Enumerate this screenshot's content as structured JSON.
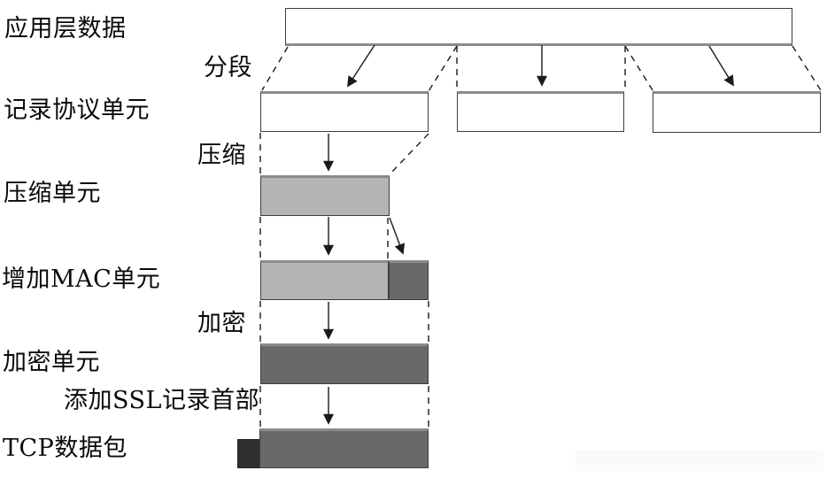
{
  "labels": {
    "app_data": "应用层数据",
    "segment": "分段",
    "record_unit": "记录协议单元",
    "compress": "压缩",
    "compress_unit": "压缩单元",
    "mac_unit": "增加MAC单元",
    "encrypt": "加密",
    "encrypt_unit": "加密单元",
    "ssl_header": "添加SSL记录首部",
    "tcp_packet": "TCP数据包"
  },
  "colors": {
    "background": "#ffffff",
    "light_gray": "#b4b4b4",
    "dark_gray": "#696969",
    "header_dark": "#2f2f2f",
    "border_gray": "#8b8b8b",
    "border_dark": "#3d3d3d",
    "line": "#1a1a1a",
    "watermark": "#fafafa"
  }
}
